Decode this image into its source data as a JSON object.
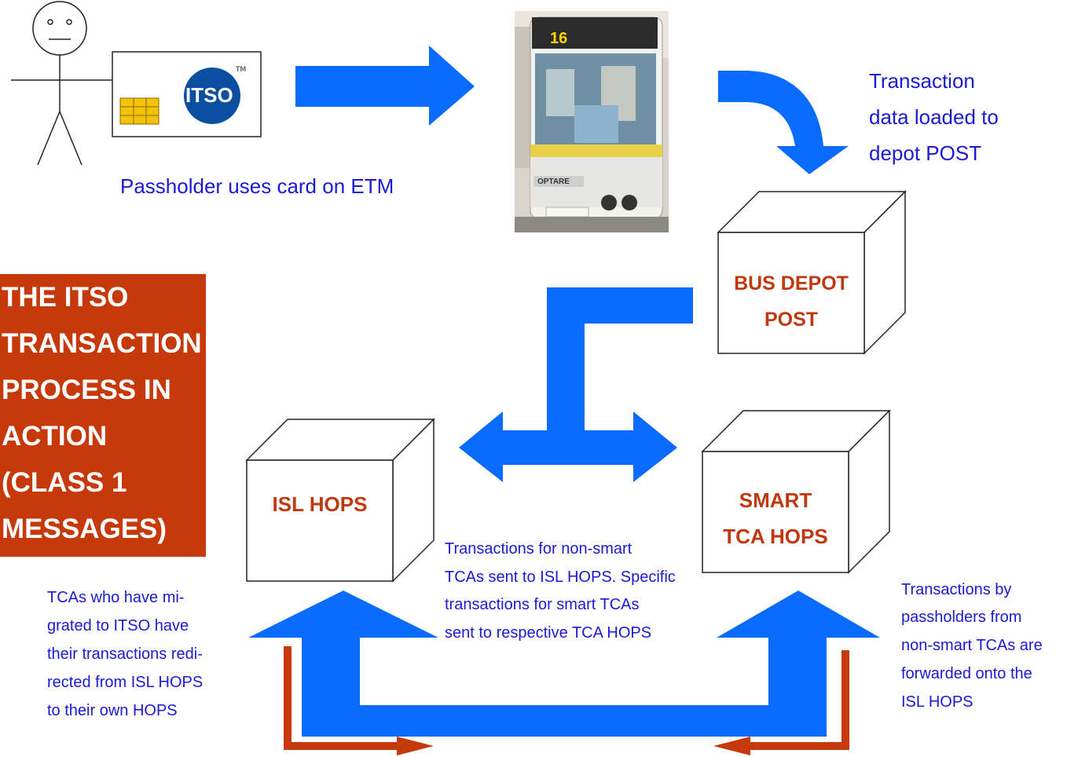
{
  "title_lines": [
    "THE ITSO",
    "TRANSACTION",
    "PROCESS IN",
    "ACTION",
    "(CLASS 1",
    "MESSAGES)"
  ],
  "card": {
    "logo_text": "ITSO",
    "trademark": "TM"
  },
  "captions": {
    "passholder": "Passholder uses card on ETM",
    "transaction_data": [
      "Transaction",
      "data loaded to",
      "depot POST"
    ],
    "non_smart": [
      "Transactions for non-smart",
      "TCAs sent to ISL HOPS. Specific",
      "transactions for smart TCAs",
      "sent to respective TCA HOPS"
    ],
    "migrated": [
      "TCAs who have mi-",
      "grated to ITSO have",
      "their transactions redi-",
      "rected from ISL HOPS",
      "to their own HOPS"
    ],
    "passholders_from": [
      "Transactions by",
      "passholders from",
      "non-smart TCAs are",
      "forwarded onto the",
      "ISL HOPS"
    ]
  },
  "boxes": {
    "bus_depot": [
      "BUS DEPOT",
      "POST"
    ],
    "isl_hops": [
      "ISL HOPS"
    ],
    "smart_tca": [
      "SMART",
      "TCA HOPS"
    ]
  },
  "bus": {
    "route_number": "16",
    "brand": "OPTARE"
  },
  "colors": {
    "arrow_blue": "#0a6cff",
    "accent_red": "#c6390a",
    "text_blue": "#1a1ad6",
    "box_label": "#c0380e"
  }
}
